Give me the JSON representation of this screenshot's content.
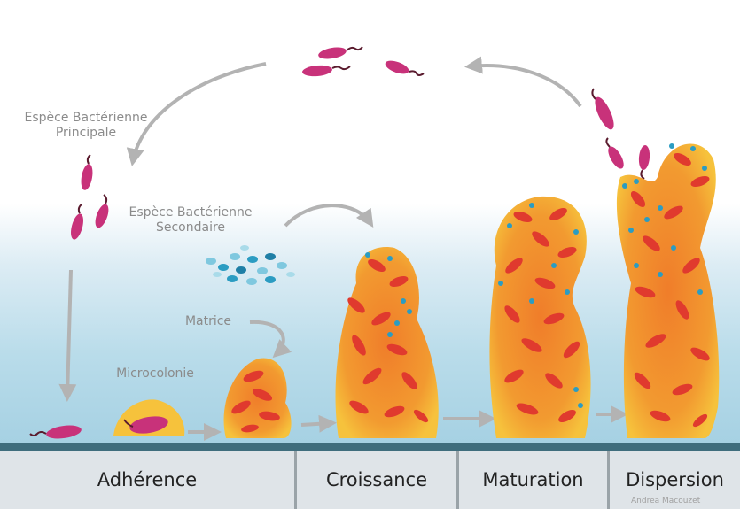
{
  "labels": {
    "primary_species": "Espèce Bactérienne\nPrincipale",
    "secondary_species": "Espèce Bactérienne\nSecondaire",
    "matrix": "Matrice",
    "microcolony": "Microcolonie"
  },
  "stages": [
    "Adhérence",
    "Croissance",
    "Maturation",
    "Dispersion"
  ],
  "credit": "Andrea Macouzet",
  "colors": {
    "bacterium_primary": "#c8327a",
    "bacterium_secondary": "#2b9cc2",
    "matrix_outer": "#f4b73a",
    "matrix_inner": "#f07d2a",
    "cell_red": "#e03a2e",
    "arrow": "#b3b3b3",
    "surface_line": "#3f6d7d"
  }
}
